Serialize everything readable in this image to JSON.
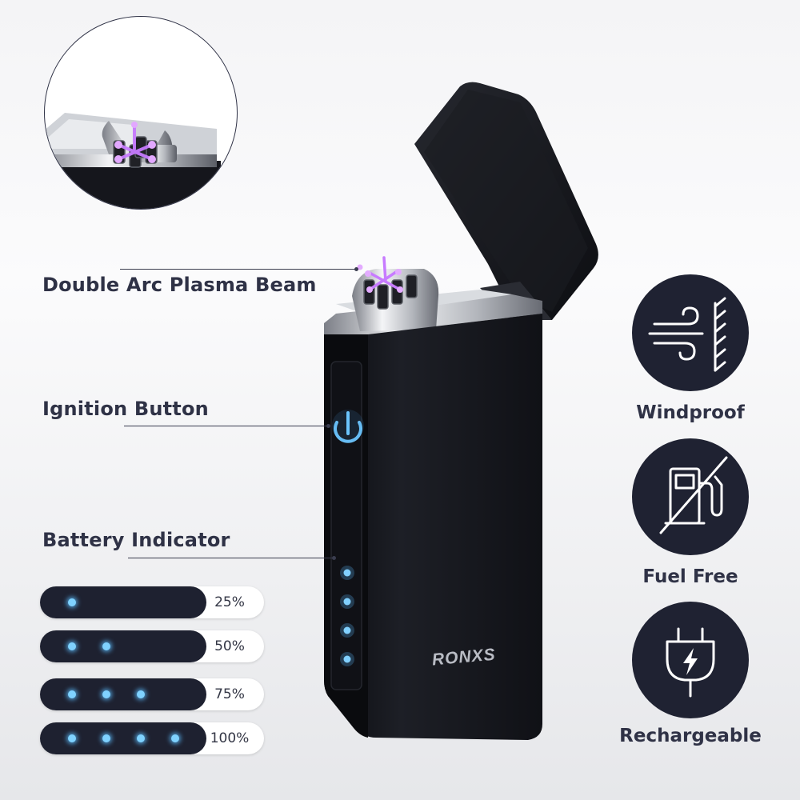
{
  "callouts": {
    "plasma": "Double Arc Plasma Beam",
    "ignition": "Ignition Button",
    "battery": "Battery Indicator"
  },
  "battery_levels": [
    {
      "label": "25%",
      "leds": 1
    },
    {
      "label": "50%",
      "leds": 2
    },
    {
      "label": "75%",
      "leds": 3
    },
    {
      "label": "100%",
      "leds": 4
    }
  ],
  "features": [
    {
      "label": "Windproof",
      "icon": "wind-wall-icon"
    },
    {
      "label": "Fuel Free",
      "icon": "no-fuel-pump-icon"
    },
    {
      "label": "Rechargeable",
      "icon": "plug-bolt-icon"
    }
  ],
  "brand": "RONXS",
  "colors": {
    "dark": "#1f2232",
    "text": "#2f3246",
    "led_blue": "#7fd2ff",
    "arc_purple": "#b35cff"
  }
}
